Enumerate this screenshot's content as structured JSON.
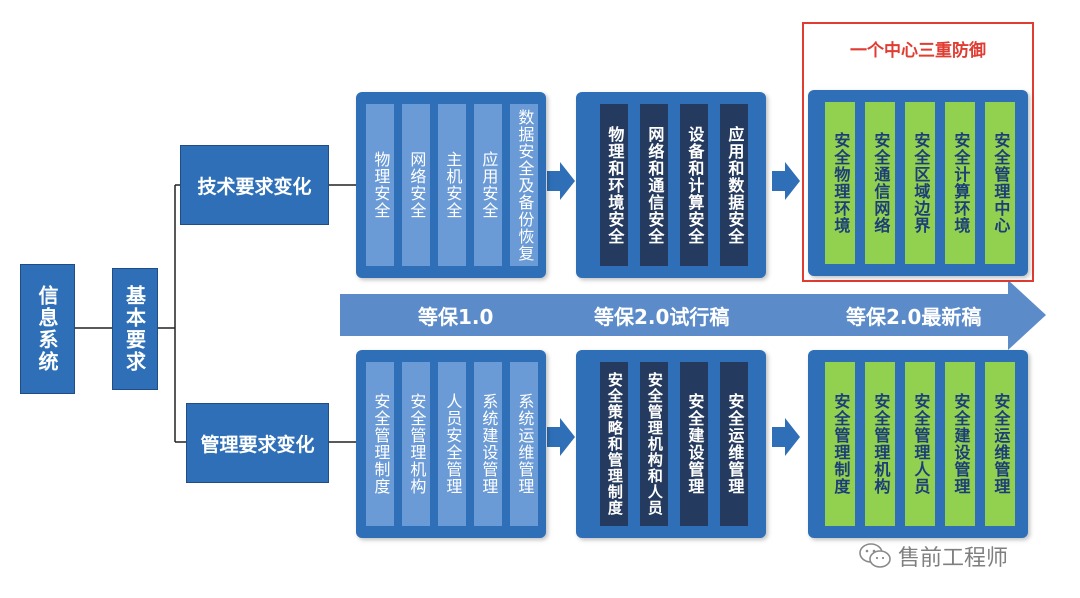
{
  "root": {
    "label": "信息系统"
  },
  "basic": {
    "label": "基本要求"
  },
  "branches": {
    "tech": "技术要求变化",
    "mgmt": "管理要求变化"
  },
  "tech": {
    "v1": [
      "物理安全",
      "网络安全",
      "主机安全",
      "应用安全",
      "数据安全及备份恢复"
    ],
    "trial": [
      "物理和环境安全",
      "网络和通信安全",
      "设备和计算安全",
      "应用和数据安全"
    ],
    "latest": [
      "安全物理环境",
      "安全通信网络",
      "安全区域边界",
      "安全计算环境",
      "安全管理中心"
    ]
  },
  "mgmt": {
    "v1": [
      "安全管理制度",
      "安全管理机构",
      "人员安全管理",
      "系统建设管理",
      "系统运维管理"
    ],
    "trial": [
      "安全策略和管理制度",
      "安全管理机构和人员",
      "安全建设管理",
      "安全运维管理"
    ],
    "latest": [
      "安全管理制度",
      "安全管理机构",
      "安全管理人员",
      "安全建设管理",
      "安全运维管理"
    ]
  },
  "highlight_title": "一个中心三重防御",
  "timeline": [
    "等保1.0",
    "等保2.0试行稿",
    "等保2.0最新稿"
  ],
  "watermark": "售前工程师",
  "colors": {
    "primary": "#2e6fb7",
    "light_col": "#6b9bd6",
    "dark_col": "#243a5e",
    "green_col": "#92d050",
    "arrow": "#5b8bc9",
    "highlight": "#e03c31"
  }
}
